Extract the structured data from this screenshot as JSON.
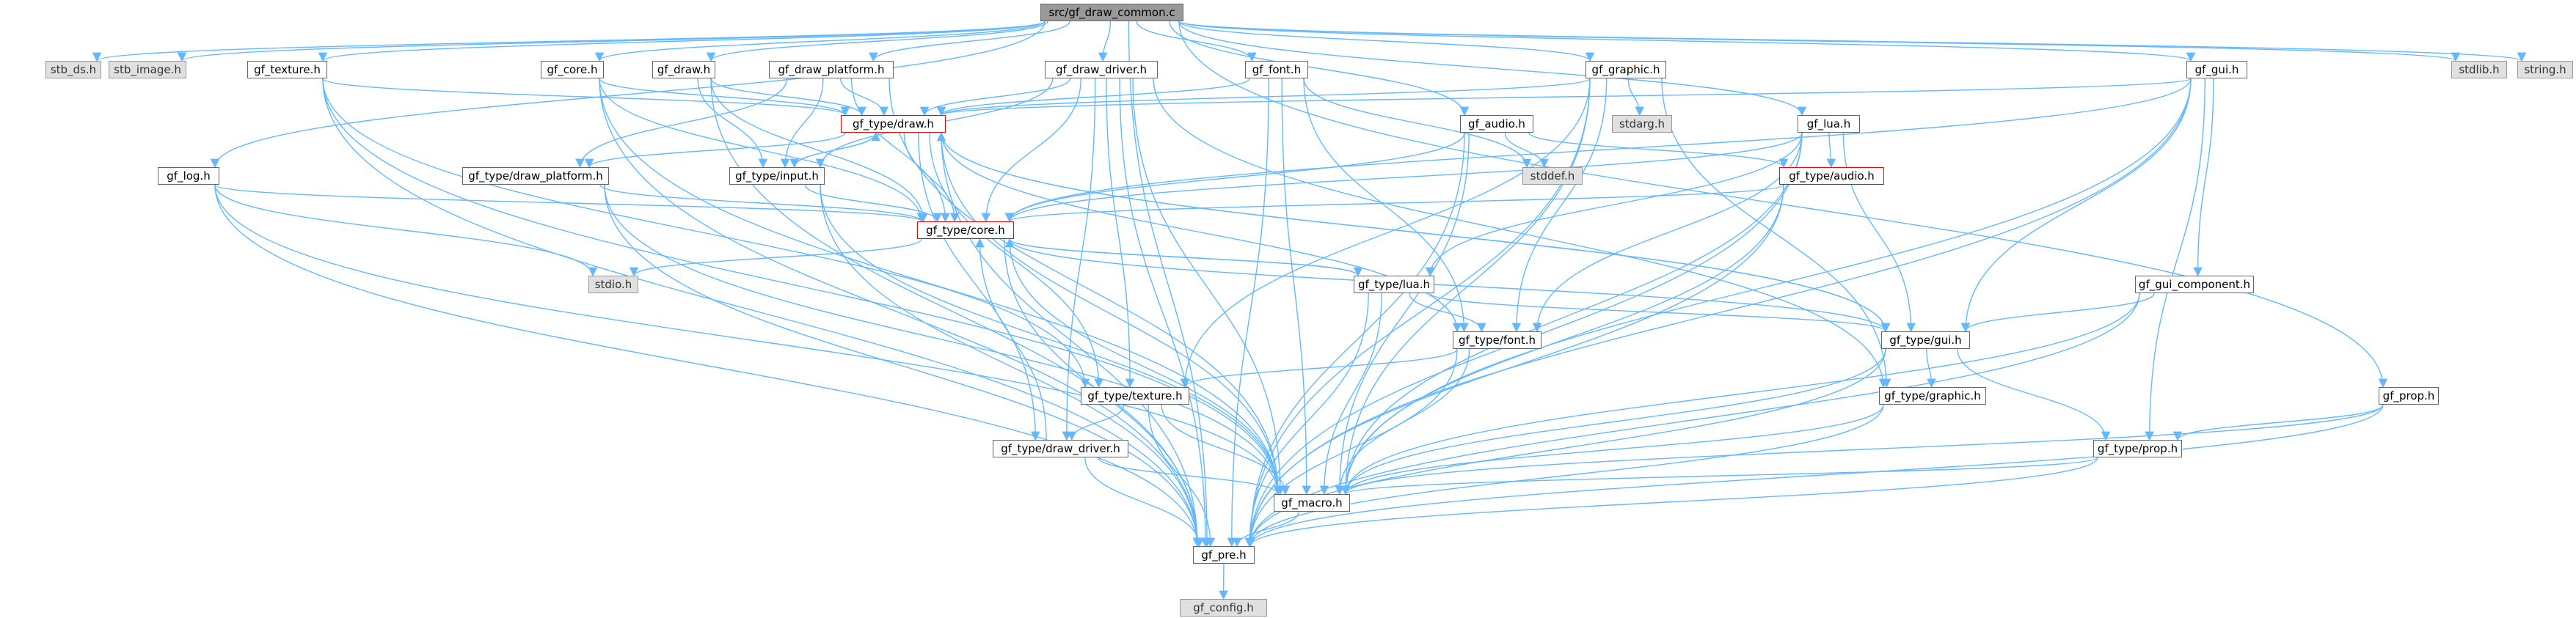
{
  "graph": {
    "edge_color": "#63b8ff",
    "node_fill": "#ffffff",
    "node_border": "#666666",
    "external_fill": "#e0e0e0",
    "root_fill": "#999999",
    "highlight_border": "#ff0000",
    "nodes": [
      {
        "id": "root",
        "label": "src/gf_draw_common.c",
        "kind": "root"
      },
      {
        "id": "stb_ds",
        "label": "stb_ds.h",
        "kind": "ext"
      },
      {
        "id": "stb_image",
        "label": "stb_image.h",
        "kind": "ext"
      },
      {
        "id": "gf_texture",
        "label": "gf_texture.h",
        "kind": "file"
      },
      {
        "id": "gf_core",
        "label": "gf_core.h",
        "kind": "file"
      },
      {
        "id": "gf_draw",
        "label": "gf_draw.h",
        "kind": "file"
      },
      {
        "id": "gf_draw_platform",
        "label": "gf_draw_platform.h",
        "kind": "file"
      },
      {
        "id": "gf_draw_driver",
        "label": "gf_draw_driver.h",
        "kind": "file"
      },
      {
        "id": "gf_font",
        "label": "gf_font.h",
        "kind": "file"
      },
      {
        "id": "gf_graphic",
        "label": "gf_graphic.h",
        "kind": "file"
      },
      {
        "id": "gf_gui",
        "label": "gf_gui.h",
        "kind": "file"
      },
      {
        "id": "stdlib",
        "label": "stdlib.h",
        "kind": "ext"
      },
      {
        "id": "string",
        "label": "string.h",
        "kind": "ext"
      },
      {
        "id": "gf_audio",
        "label": "gf_audio.h",
        "kind": "file"
      },
      {
        "id": "gf_lua",
        "label": "gf_lua.h",
        "kind": "file"
      },
      {
        "id": "stdarg",
        "label": "stdarg.h",
        "kind": "ext"
      },
      {
        "id": "t_draw",
        "label": "gf_type/draw.h",
        "kind": "red"
      },
      {
        "id": "stddef",
        "label": "stddef.h",
        "kind": "ext"
      },
      {
        "id": "t_audio",
        "label": "gf_type/audio.h",
        "kind": "red"
      },
      {
        "id": "gf_log",
        "label": "gf_log.h",
        "kind": "file"
      },
      {
        "id": "t_draw_platform",
        "label": "gf_type/draw_platform.h",
        "kind": "file"
      },
      {
        "id": "t_input",
        "label": "gf_type/input.h",
        "kind": "file"
      },
      {
        "id": "t_core",
        "label": "gf_type/core.h",
        "kind": "red"
      },
      {
        "id": "stdio",
        "label": "stdio.h",
        "kind": "ext"
      },
      {
        "id": "t_lua",
        "label": "gf_type/lua.h",
        "kind": "file"
      },
      {
        "id": "gf_gui_component",
        "label": "gf_gui_component.h",
        "kind": "file"
      },
      {
        "id": "t_font",
        "label": "gf_type/font.h",
        "kind": "file"
      },
      {
        "id": "t_gui",
        "label": "gf_type/gui.h",
        "kind": "file"
      },
      {
        "id": "gf_prop",
        "label": "gf_prop.h",
        "kind": "file"
      },
      {
        "id": "t_texture",
        "label": "gf_type/texture.h",
        "kind": "file"
      },
      {
        "id": "t_graphic",
        "label": "gf_type/graphic.h",
        "kind": "file"
      },
      {
        "id": "t_prop",
        "label": "gf_type/prop.h",
        "kind": "file"
      },
      {
        "id": "t_draw_driver",
        "label": "gf_type/draw_driver.h",
        "kind": "file"
      },
      {
        "id": "gf_macro",
        "label": "gf_macro.h",
        "kind": "file"
      },
      {
        "id": "gf_pre",
        "label": "gf_pre.h",
        "kind": "file"
      },
      {
        "id": "gf_config",
        "label": "gf_config.h",
        "kind": "ext"
      }
    ],
    "edges": [
      [
        "root",
        "stb_ds"
      ],
      [
        "root",
        "stb_image"
      ],
      [
        "root",
        "gf_texture"
      ],
      [
        "root",
        "gf_core"
      ],
      [
        "root",
        "gf_draw"
      ],
      [
        "root",
        "gf_draw_platform"
      ],
      [
        "root",
        "gf_draw_driver"
      ],
      [
        "root",
        "gf_font"
      ],
      [
        "root",
        "gf_graphic"
      ],
      [
        "root",
        "gf_gui"
      ],
      [
        "root",
        "stdlib"
      ],
      [
        "root",
        "string"
      ],
      [
        "root",
        "gf_audio"
      ],
      [
        "root",
        "gf_lua"
      ],
      [
        "root",
        "gf_log"
      ],
      [
        "root",
        "gf_prop"
      ],
      [
        "root",
        "gf_pre"
      ],
      [
        "gf_texture",
        "t_draw"
      ],
      [
        "gf_texture",
        "t_texture"
      ],
      [
        "gf_texture",
        "gf_macro"
      ],
      [
        "gf_texture",
        "gf_pre"
      ],
      [
        "gf_core",
        "t_draw"
      ],
      [
        "gf_core",
        "t_core"
      ],
      [
        "gf_core",
        "gf_macro"
      ],
      [
        "gf_core",
        "gf_pre"
      ],
      [
        "gf_draw",
        "t_draw"
      ],
      [
        "gf_draw",
        "t_input"
      ],
      [
        "gf_draw",
        "t_core"
      ],
      [
        "gf_draw",
        "gf_pre"
      ],
      [
        "gf_draw_platform",
        "t_draw"
      ],
      [
        "gf_draw_platform",
        "t_draw_platform"
      ],
      [
        "gf_draw_platform",
        "t_input"
      ],
      [
        "gf_draw_platform",
        "t_core"
      ],
      [
        "gf_draw_platform",
        "gf_macro"
      ],
      [
        "gf_draw_driver",
        "t_draw"
      ],
      [
        "gf_draw_driver",
        "t_input"
      ],
      [
        "gf_draw_driver",
        "t_core"
      ],
      [
        "gf_draw_driver",
        "t_texture"
      ],
      [
        "gf_draw_driver",
        "t_draw_driver"
      ],
      [
        "gf_draw_driver",
        "gf_macro"
      ],
      [
        "gf_draw_driver",
        "gf_pre"
      ],
      [
        "gf_draw_driver",
        "t_graphic"
      ],
      [
        "gf_font",
        "t_draw"
      ],
      [
        "gf_font",
        "t_font"
      ],
      [
        "gf_font",
        "stddef"
      ],
      [
        "gf_font",
        "gf_macro"
      ],
      [
        "gf_font",
        "gf_pre"
      ],
      [
        "gf_graphic",
        "t_draw"
      ],
      [
        "gf_graphic",
        "stdarg"
      ],
      [
        "gf_graphic",
        "t_graphic"
      ],
      [
        "gf_graphic",
        "t_texture"
      ],
      [
        "gf_graphic",
        "t_font"
      ],
      [
        "gf_graphic",
        "gf_macro"
      ],
      [
        "gf_graphic",
        "gf_pre"
      ],
      [
        "gf_gui",
        "t_draw"
      ],
      [
        "gf_gui",
        "t_core"
      ],
      [
        "gf_gui",
        "gf_gui_component"
      ],
      [
        "gf_gui",
        "t_gui"
      ],
      [
        "gf_gui",
        "t_prop"
      ],
      [
        "gf_gui",
        "gf_macro"
      ],
      [
        "gf_gui",
        "gf_pre"
      ],
      [
        "gf_audio",
        "t_audio"
      ],
      [
        "gf_audio",
        "stddef"
      ],
      [
        "gf_audio",
        "t_core"
      ],
      [
        "gf_audio",
        "gf_macro"
      ],
      [
        "gf_audio",
        "gf_pre"
      ],
      [
        "gf_lua",
        "t_audio"
      ],
      [
        "gf_lua",
        "t_lua"
      ],
      [
        "gf_lua",
        "t_core"
      ],
      [
        "gf_lua",
        "t_gui"
      ],
      [
        "gf_lua",
        "t_font"
      ],
      [
        "gf_lua",
        "gf_macro"
      ],
      [
        "gf_lua",
        "gf_pre"
      ],
      [
        "gf_log",
        "t_core"
      ],
      [
        "gf_log",
        "stdio"
      ],
      [
        "gf_log",
        "gf_macro"
      ],
      [
        "gf_log",
        "gf_pre"
      ],
      [
        "t_draw",
        "t_draw_platform"
      ],
      [
        "t_draw",
        "t_input"
      ],
      [
        "t_draw",
        "t_core"
      ],
      [
        "t_draw",
        "t_texture"
      ],
      [
        "t_draw",
        "t_draw_driver"
      ],
      [
        "t_draw",
        "t_font"
      ],
      [
        "t_draw",
        "t_gui"
      ],
      [
        "t_draw",
        "gf_macro"
      ],
      [
        "t_draw",
        "gf_pre"
      ],
      [
        "t_audio",
        "t_core"
      ],
      [
        "t_audio",
        "gf_macro"
      ],
      [
        "t_audio",
        "gf_pre"
      ],
      [
        "t_draw_platform",
        "t_core"
      ],
      [
        "t_draw_platform",
        "gf_macro"
      ],
      [
        "t_draw_platform",
        "gf_pre"
      ],
      [
        "t_input",
        "t_core"
      ],
      [
        "t_input",
        "t_draw"
      ],
      [
        "t_input",
        "gf_macro"
      ],
      [
        "t_input",
        "gf_pre"
      ],
      [
        "t_core",
        "stdio"
      ],
      [
        "t_core",
        "t_lua"
      ],
      [
        "t_core",
        "t_gui"
      ],
      [
        "t_core",
        "gf_macro"
      ],
      [
        "t_core",
        "gf_pre"
      ],
      [
        "t_lua",
        "t_core"
      ],
      [
        "t_lua",
        "t_font"
      ],
      [
        "t_lua",
        "t_gui"
      ],
      [
        "t_lua",
        "gf_macro"
      ],
      [
        "t_lua",
        "gf_pre"
      ],
      [
        "gf_gui_component",
        "t_gui"
      ],
      [
        "gf_gui_component",
        "gf_macro"
      ],
      [
        "gf_gui_component",
        "gf_pre"
      ],
      [
        "t_font",
        "t_texture"
      ],
      [
        "t_font",
        "gf_macro"
      ],
      [
        "t_font",
        "gf_pre"
      ],
      [
        "t_gui",
        "t_draw"
      ],
      [
        "t_gui",
        "t_graphic"
      ],
      [
        "t_gui",
        "t_prop"
      ],
      [
        "t_gui",
        "gf_macro"
      ],
      [
        "t_gui",
        "gf_pre"
      ],
      [
        "gf_prop",
        "t_prop"
      ],
      [
        "gf_prop",
        "gf_macro"
      ],
      [
        "gf_prop",
        "gf_pre"
      ],
      [
        "t_texture",
        "t_draw_driver"
      ],
      [
        "t_texture",
        "gf_macro"
      ],
      [
        "t_texture",
        "gf_pre"
      ],
      [
        "t_graphic",
        "gf_macro"
      ],
      [
        "t_graphic",
        "gf_pre"
      ],
      [
        "t_prop",
        "gf_macro"
      ],
      [
        "t_prop",
        "gf_pre"
      ],
      [
        "t_draw_driver",
        "t_core"
      ],
      [
        "t_draw_driver",
        "gf_macro"
      ],
      [
        "t_draw_driver",
        "gf_pre"
      ],
      [
        "gf_macro",
        "gf_pre"
      ],
      [
        "gf_pre",
        "gf_config"
      ]
    ]
  }
}
